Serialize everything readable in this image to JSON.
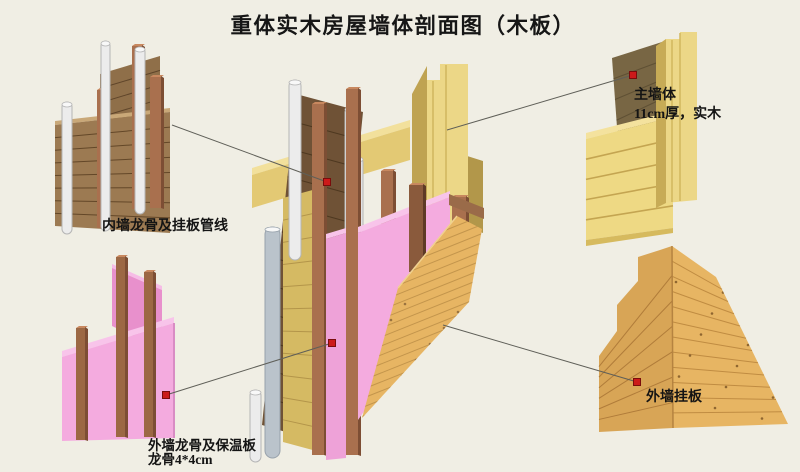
{
  "title": "重体实木房屋墙体剖面图（木板）",
  "labels": {
    "inner_wall": "内墙龙骨及挂板管线",
    "outer_keel_line1": "外墙龙骨及保温板",
    "outer_keel_line2": "龙骨4*4cm",
    "main_wall_line1": "主墙体",
    "main_wall_line2": "11cm厚，实木",
    "cladding": "外墙挂板"
  },
  "palette": {
    "background": "#f0eee4",
    "marker_red": "#cc1a1a",
    "marker_edge": "#7a0c0c",
    "leader_line": "#5f5f58",
    "pink_insulation": "#f4abdf",
    "pink_light": "#f8c4ea",
    "pink_dark": "#e890cc",
    "yellow_wood": "#ecd787",
    "yellow_mid": "#e3c974",
    "yellow_dark": "#bfa352",
    "tan_cladding": "#e7b563",
    "dark_wood": "#6f5236",
    "stud_brown": "#a9704e",
    "pipe_white": "#ececec",
    "pipe_gray": "#bac3cb",
    "text": "#141414"
  }
}
